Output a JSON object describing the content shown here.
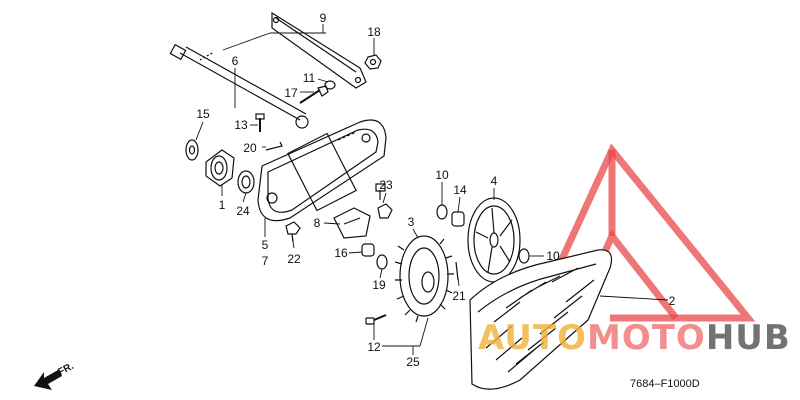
{
  "diagram": {
    "callouts": [
      "9",
      "18",
      "6",
      "11",
      "17",
      "15",
      "13",
      "20",
      "1",
      "24",
      "5",
      "7",
      "22",
      "23",
      "8",
      "10",
      "14",
      "4",
      "3",
      "16",
      "19",
      "21",
      "10",
      "2",
      "12",
      "25"
    ],
    "diagram_code": "7684–F1000D",
    "front_indicator": "FR."
  },
  "watermark": {
    "part_a": "AUTO",
    "part_b": "MOTO",
    "part_c": "HUB",
    "color_triangle": "#e94848",
    "color_auto": "#f2b23c",
    "color_hub": "#5a5a5a"
  }
}
